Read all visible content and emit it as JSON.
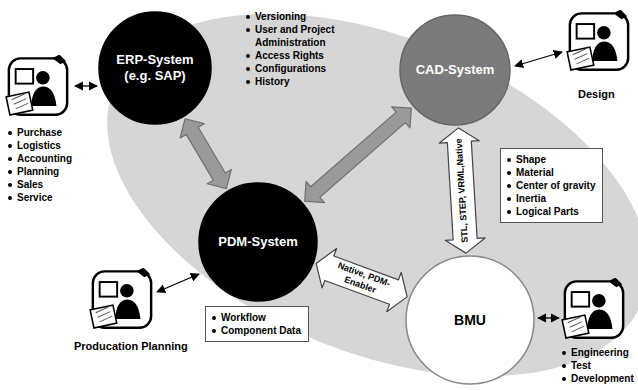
{
  "diagram": {
    "nodes": [
      {
        "text": [
          "ERP-System (e.g. SAP)"
        ]
      },
      {
        "text": [
          "CAD-System"
        ]
      },
      {
        "text": [
          "PDM-System"
        ]
      },
      {
        "text": [
          "BMU"
        ]
      },
      {
        "text": [
          "Shape",
          "Material",
          "Center of gravity",
          "Inertia",
          "Logical Parts"
        ]
      },
      {
        "text": [
          "Workflow",
          "Component Data"
        ]
      }
    ],
    "edges": [
      {
        "from": 0,
        "to": 2,
        "arrow": "both"
      },
      {
        "from": 2,
        "to": 1,
        "arrow": "both"
      },
      {
        "from": 1,
        "to": 3,
        "label": "STL, STEP, VRML,Native",
        "arrow": "both"
      },
      {
        "from": 2,
        "to": 3,
        "label": "Native, PDM-Enabler",
        "arrow": "both"
      }
    ],
    "labels": [
      "Purchase",
      "Logistics",
      "Accounting",
      "Planning",
      "Sales",
      "Service",
      "Versioning",
      "User and Project Administration",
      "Access Rights",
      "Configurations",
      "History",
      "Design",
      "Producation Planning",
      "Engineering",
      "Test",
      "Development"
    ]
  }
}
